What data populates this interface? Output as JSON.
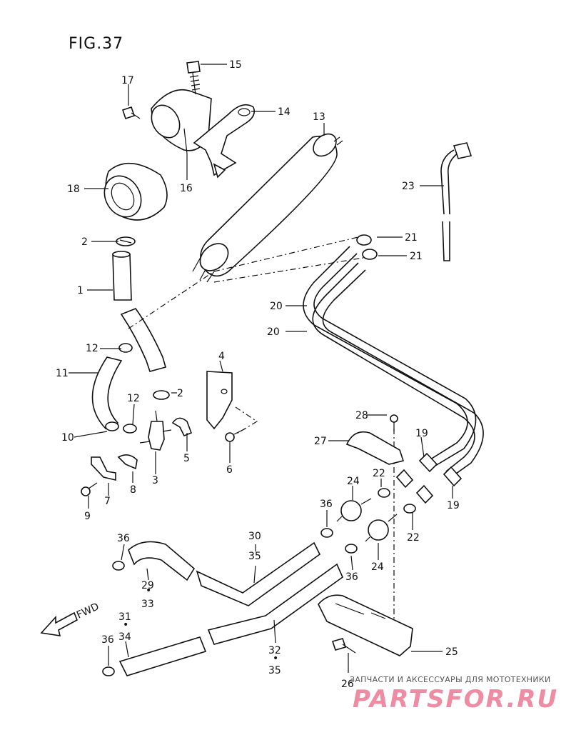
{
  "figure_title": "FIG.37",
  "direction_label": "FWD",
  "callouts": {
    "c1": "1",
    "c2a": "2",
    "c2b": "2",
    "c3": "3",
    "c4": "4",
    "c5": "5",
    "c6": "6",
    "c7": "7",
    "c8": "8",
    "c9": "9",
    "c10": "10",
    "c11": "11",
    "c12a": "12",
    "c12b": "12",
    "c13": "13",
    "c14": "14",
    "c15": "15",
    "c16": "16",
    "c17": "17",
    "c18": "18",
    "c19a": "19",
    "c19b": "19",
    "c20a": "20",
    "c20b": "20",
    "c21a": "21",
    "c21b": "21",
    "c22a": "22",
    "c22b": "22",
    "c23": "23",
    "c24a": "24",
    "c24b": "24",
    "c25": "25",
    "c26": "26",
    "c27": "27",
    "c28": "28",
    "c29": "29",
    "c30": "30",
    "c31": "31",
    "c32": "32",
    "c33": "33",
    "c34": "34",
    "c35a": "35",
    "c35b": "35",
    "c36a": "36",
    "c36b": "36",
    "c36c": "36",
    "c36d": "36",
    "dot_a": "•",
    "dot_b": "•",
    "dot_c": "•"
  },
  "watermark": {
    "caption": "ЗАПЧАСТИ И АКСЕССУАРЫ ДЛЯ МОТОТЕХНИКИ",
    "logo_text": "PARTSFOR.RU"
  }
}
